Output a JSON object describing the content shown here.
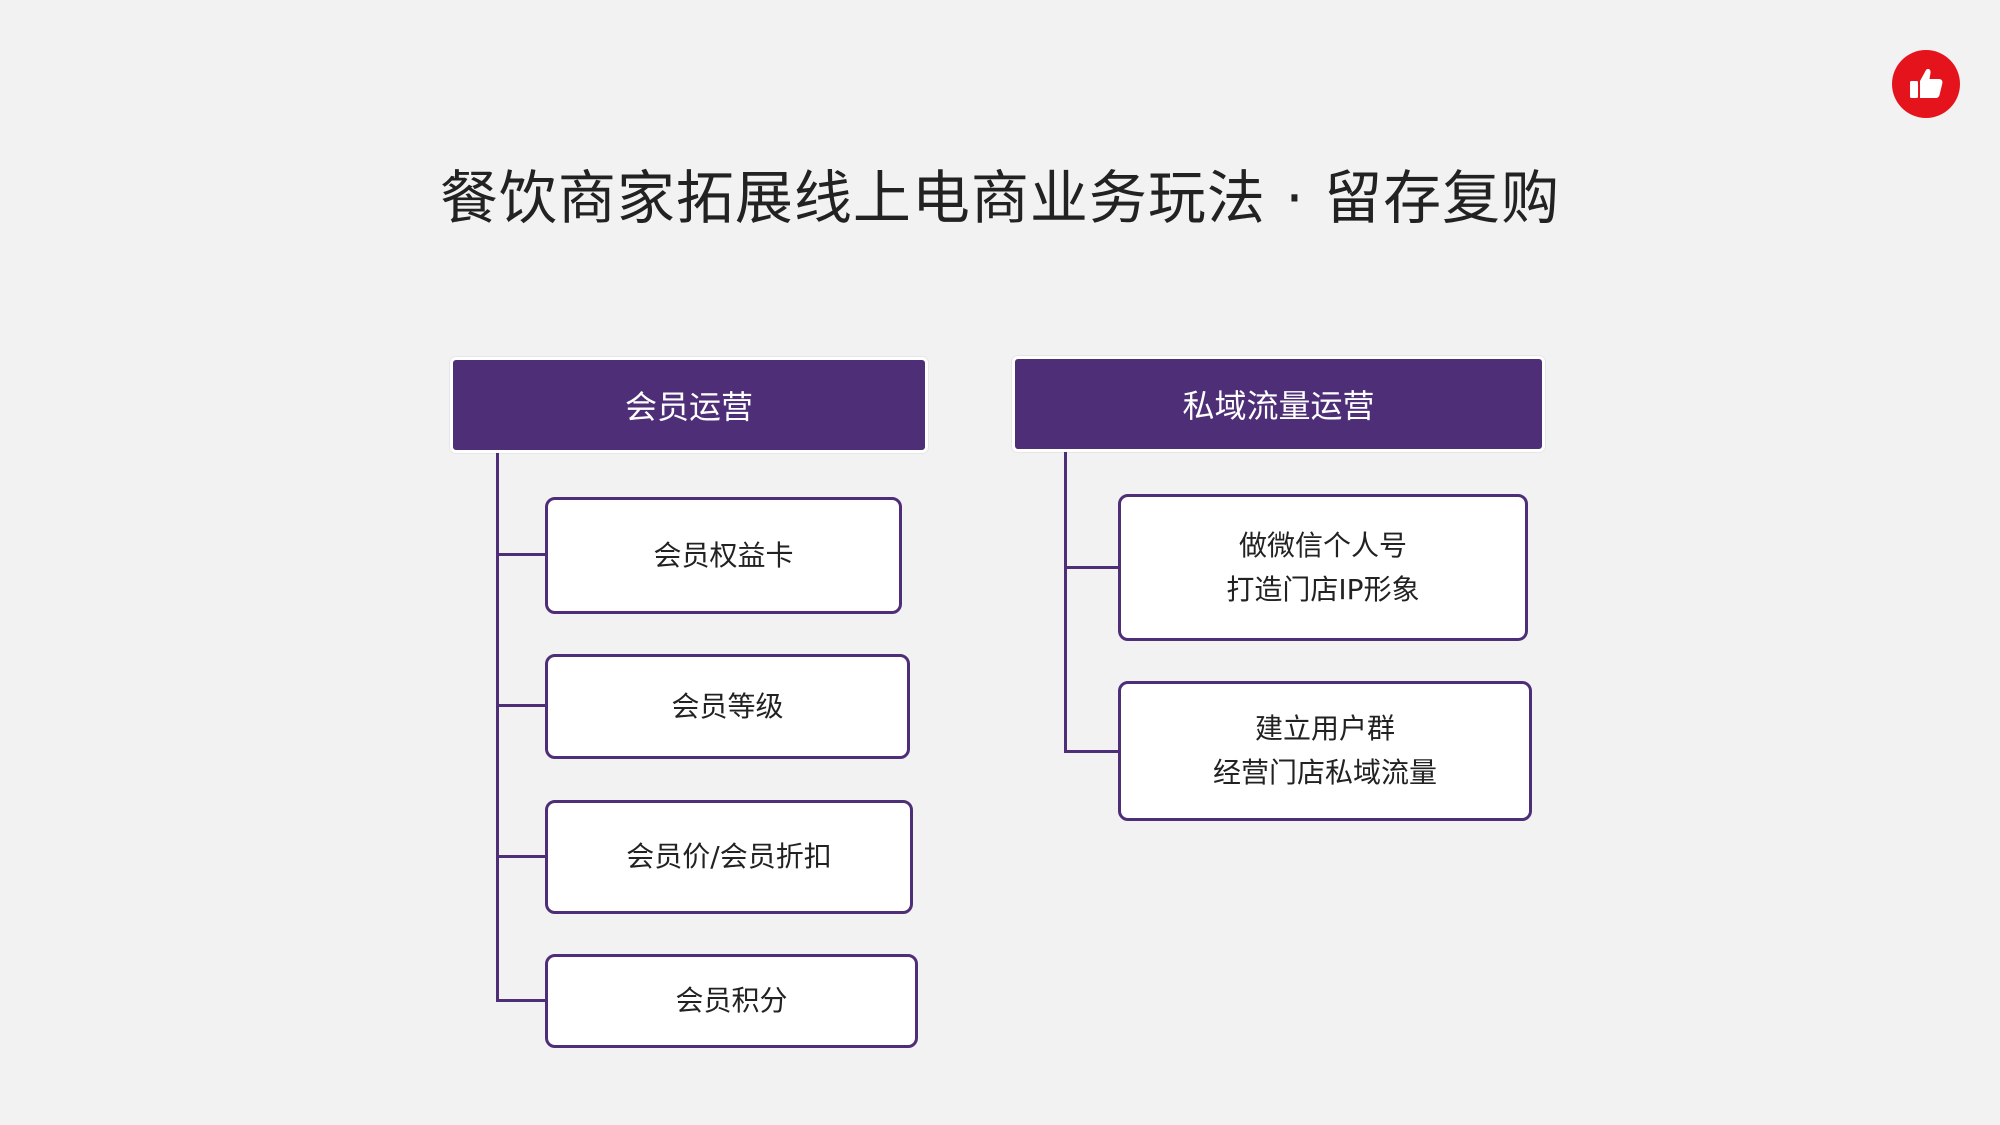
{
  "title": "餐饮商家拓展线上电商业务玩法 · 留存复购",
  "logo": {
    "icon": "thumbs-up-icon",
    "color": "#e5141c"
  },
  "colors": {
    "header_fill": "#4f2e78",
    "item_border": "#4f2e78",
    "background": "#f2f2f2"
  },
  "left_group": {
    "header": "会员运营",
    "items": [
      {
        "lines": [
          "会员权益卡"
        ]
      },
      {
        "lines": [
          "会员等级"
        ]
      },
      {
        "lines": [
          "会员价/会员折扣"
        ]
      },
      {
        "lines": [
          "会员积分"
        ]
      }
    ]
  },
  "right_group": {
    "header": "私域流量运营",
    "items": [
      {
        "lines": [
          "做微信个人号",
          "打造门店IP形象"
        ]
      },
      {
        "lines": [
          "建立用户群",
          "经营门店私域流量"
        ]
      }
    ]
  }
}
